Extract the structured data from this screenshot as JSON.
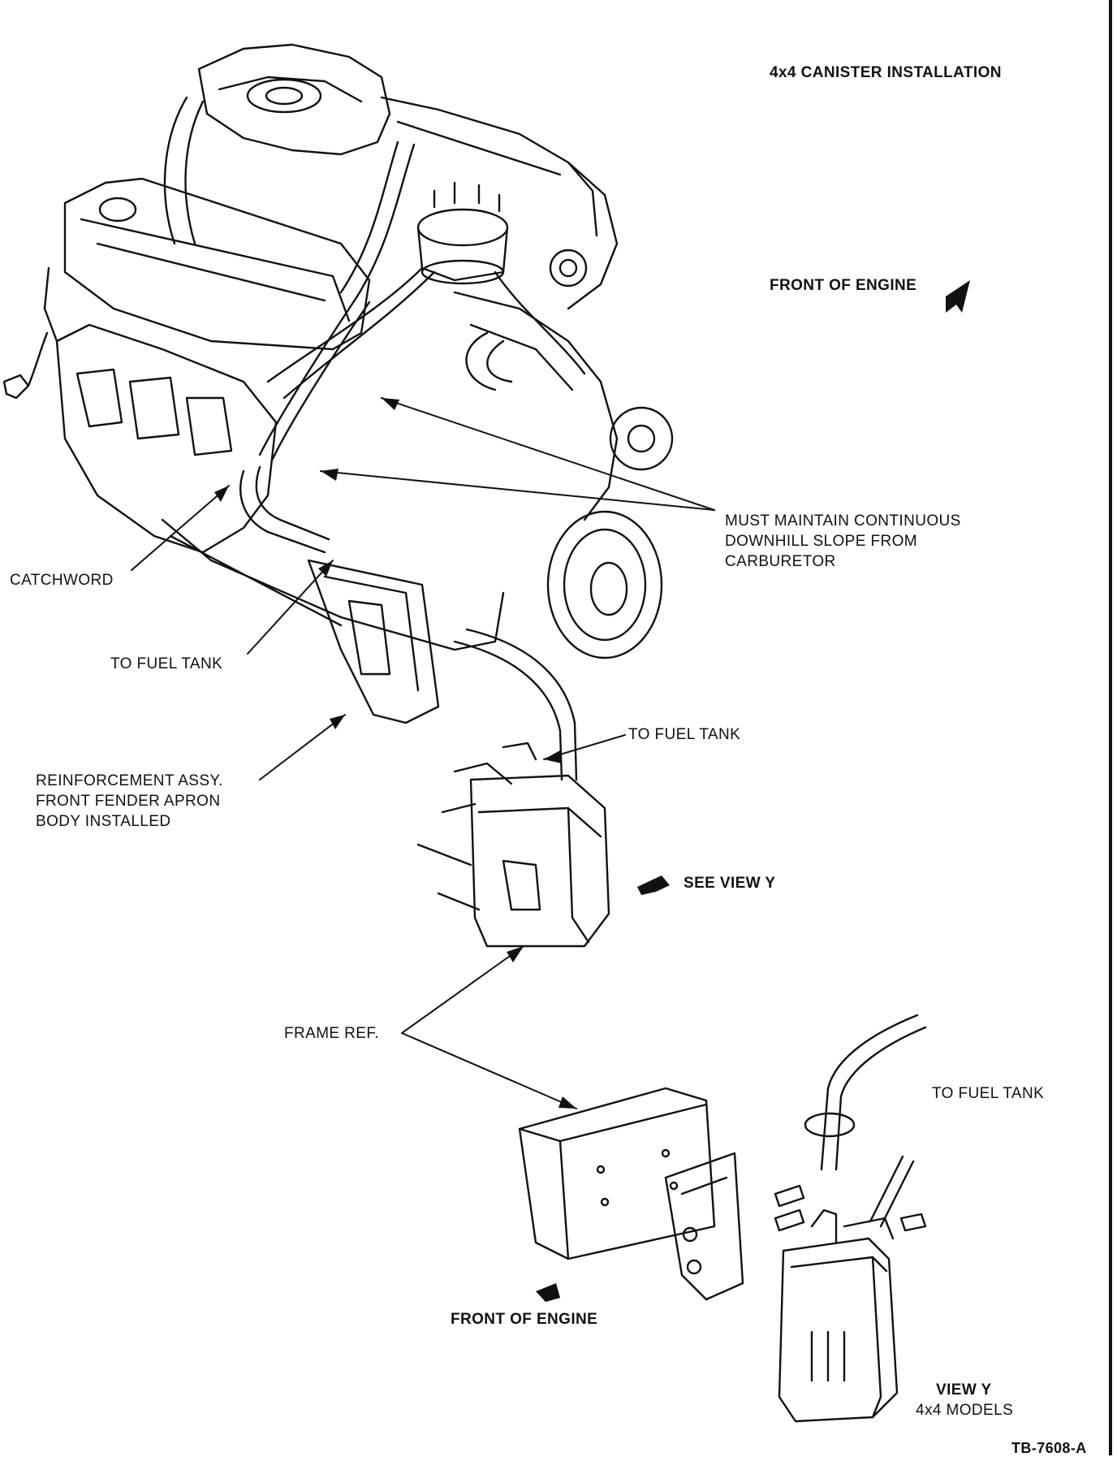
{
  "title": "4x4 CANISTER INSTALLATION",
  "labels": {
    "front_of_engine_top": "FRONT OF ENGINE",
    "must_maintain": [
      "MUST MAINTAIN CONTINUOUS",
      "DOWNHILL SLOPE FROM",
      "CARBURETOR"
    ],
    "catchword": "CATCHWORD",
    "to_fuel_tank_left": "TO FUEL TANK",
    "to_fuel_tank_mid": "TO FUEL TANK",
    "reinforcement": [
      "REINFORCEMENT ASSY.",
      "FRONT FENDER APRON",
      "BODY INSTALLED"
    ],
    "see_view_y": "SEE VIEW Y",
    "frame_ref": "FRAME REF.",
    "to_fuel_tank_right": "TO FUEL TANK",
    "front_of_engine_bottom": "FRONT OF ENGINE",
    "view_y": [
      "VIEW Y",
      "4x4 MODELS"
    ]
  },
  "figure_id": "TB-7608-A"
}
